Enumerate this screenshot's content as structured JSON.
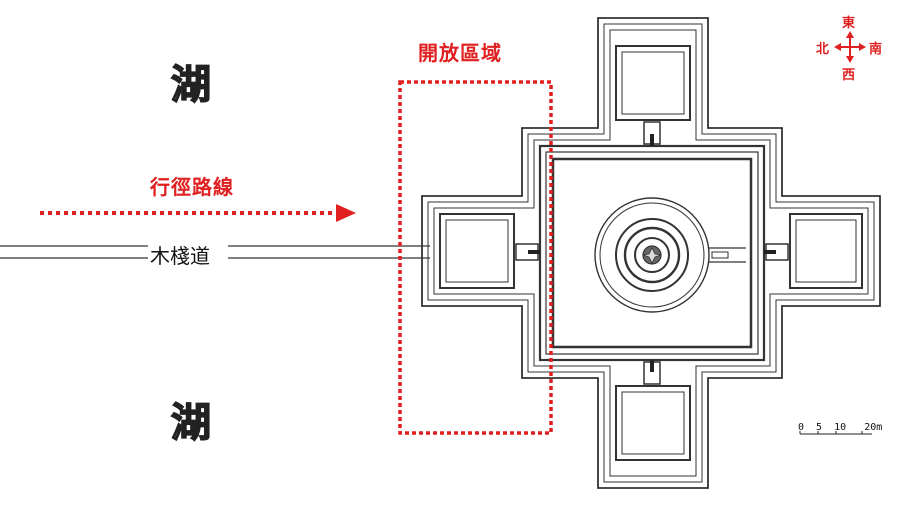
{
  "map": {
    "lake_top": "湖",
    "lake_bottom": "湖",
    "open_area_label": "開放區域",
    "route_label": "行徑路線",
    "boardwalk_label": "木棧道"
  },
  "compass": {
    "east": "東",
    "north": "北",
    "south": "南",
    "west": "西"
  },
  "scale_bar": {
    "ticks": [
      "0",
      "5",
      "10",
      "20m"
    ],
    "text": "0  5  10   20m"
  },
  "colors": {
    "highlight_red": "#e02020",
    "ink": "#222222"
  }
}
